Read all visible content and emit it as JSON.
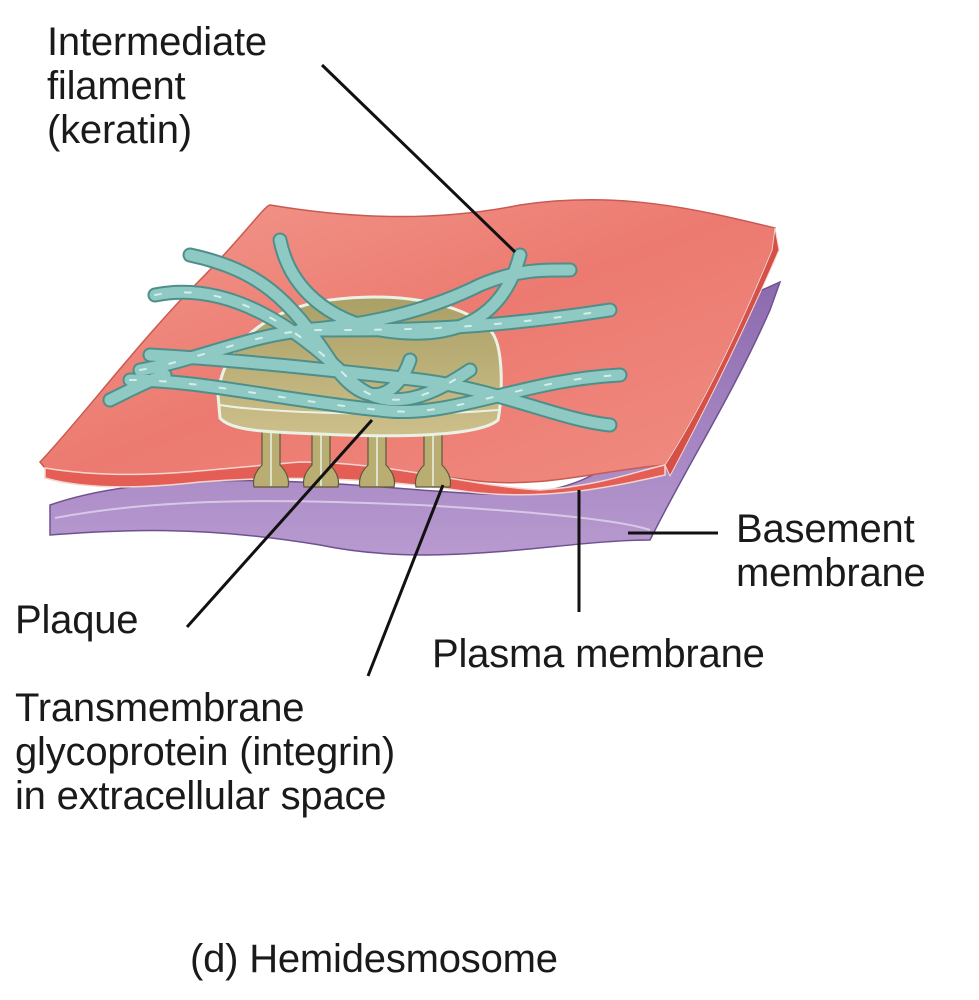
{
  "figure": {
    "caption": "(d) Hemidesmosome"
  },
  "labels": {
    "intermediate_filament": [
      "Intermediate",
      "filament",
      "(keratin)"
    ],
    "basement_membrane": [
      "Basement",
      "membrane"
    ],
    "plaque": [
      "Plaque"
    ],
    "plasma_membrane": [
      "Plasma membrane"
    ],
    "transmembrane_glycoprotein": [
      "Transmembrane",
      "glycoprotein (integrin)",
      "in extracellular space"
    ]
  },
  "colors": {
    "cell_membrane": "#ee8076",
    "cell_membrane_edge": "#e05a52",
    "basement_membrane": "#a98bc4",
    "basement_membrane_dark": "#8a6aa8",
    "plaque": "#c2b27a",
    "plaque_dark": "#a89a5c",
    "filament": "#8fc9c3",
    "filament_edge": "#4f8f8a",
    "leader_line": "#111111"
  }
}
